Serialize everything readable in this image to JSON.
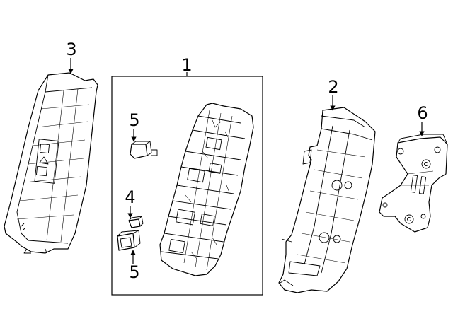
{
  "diagram": {
    "callouts": {
      "part_1": "1",
      "part_2": "2",
      "part_3": "3",
      "part_4": "4",
      "part_5_upper": "5",
      "part_5_lower": "5",
      "part_6": "6"
    }
  }
}
